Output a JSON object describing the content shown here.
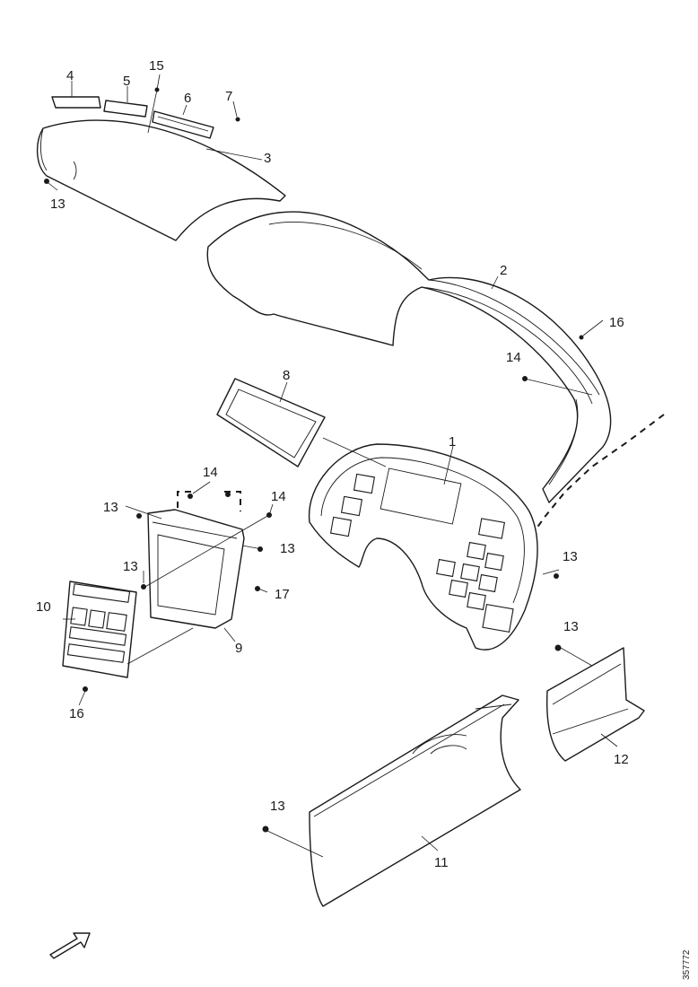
{
  "callouts": {
    "c1": "1",
    "c2": "2",
    "c3": "3",
    "c4": "4",
    "c5": "5",
    "c6": "6",
    "c7": "7",
    "c8": "8",
    "c9": "9",
    "c10": "10",
    "c11": "11",
    "c12": "12",
    "c13a": "13",
    "c13b": "13",
    "c13c": "13",
    "c13d": "13",
    "c13e": "13",
    "c13f": "13",
    "c13g": "13",
    "c14a": "14",
    "c14b": "14",
    "c14c": "14",
    "c15": "15",
    "c16a": "16",
    "c16b": "16",
    "c17": "17"
  },
  "figure_id": "357772",
  "icons": {
    "direction_arrow": "front-direction-arrow-icon"
  }
}
